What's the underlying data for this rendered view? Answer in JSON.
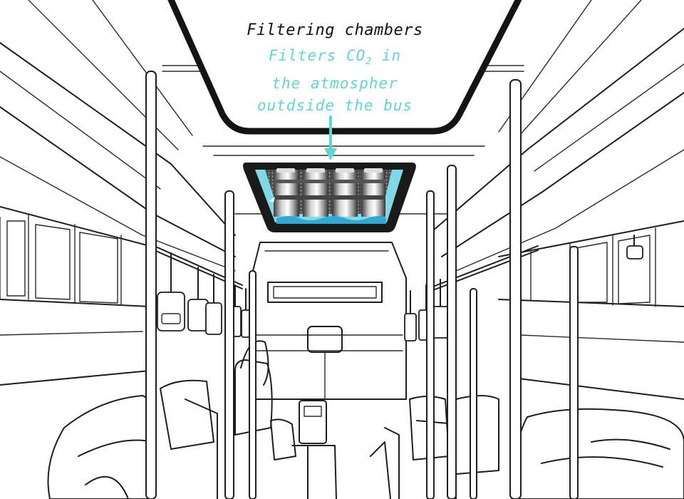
{
  "annotation": {
    "title": "Filtering chambers",
    "description": {
      "line1_prefix": "Filters CO",
      "line1_subscript": "2",
      "line1_suffix": " in",
      "line2": "the atmospher",
      "line3": "outdside the bus"
    }
  },
  "colors": {
    "accent": "#5fd6d2",
    "ink": "#1e1e1e",
    "chamber_glass": "#7fd9e6",
    "chamber_frame": "#1a1a1a",
    "background": "#ffffff"
  },
  "icons": {
    "callout_arrow": "arrow-down-icon"
  }
}
